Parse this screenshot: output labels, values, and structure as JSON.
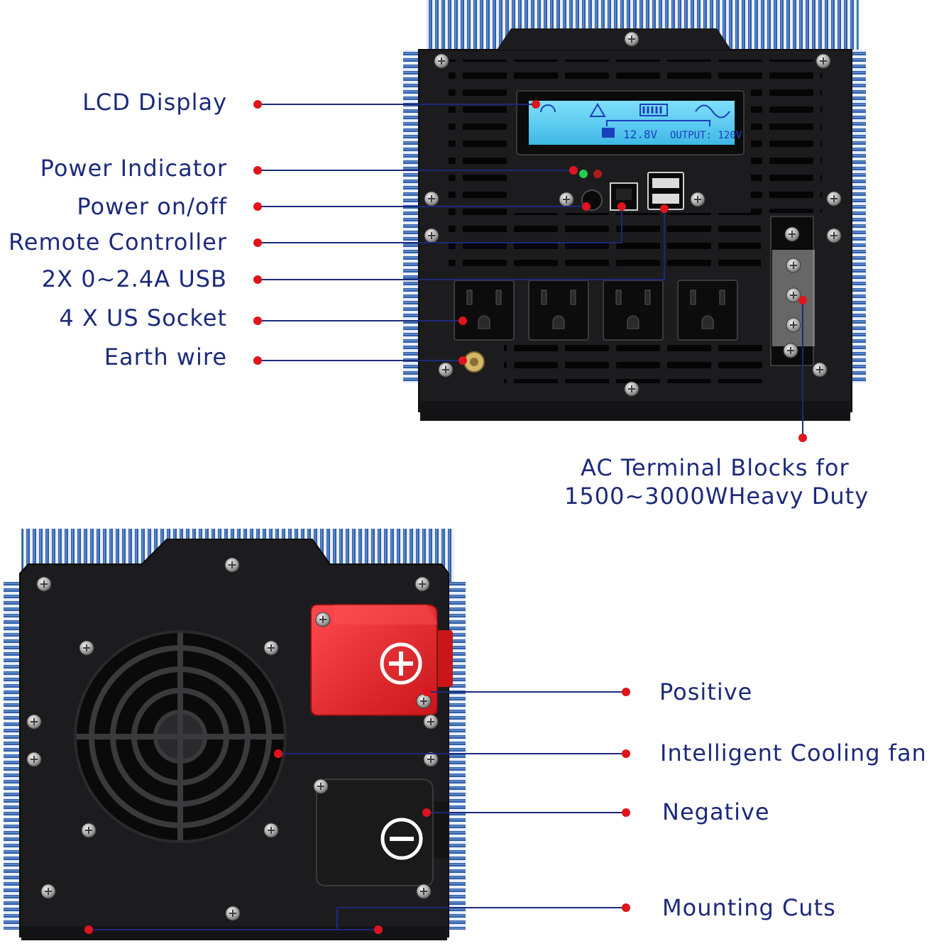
{
  "colors": {
    "label_text": "#1c2a7a",
    "leader_line": "#1c2a7a",
    "dot": "#e0141c",
    "housing": "#1b1b1d",
    "fins": "#2f5fa8",
    "lcd": "#5fd0f2",
    "positive_cover": "#e8262a",
    "negative_cover": "#1a1a1a"
  },
  "front_labels": {
    "lcd_display": "LCD Display",
    "power_indicator": "Power Indicator",
    "power_onoff": "Power on/off",
    "remote_controller": "Remote Controller",
    "usb": "2X 0~2.4A USB",
    "us_socket": "4 X US Socket",
    "earth_wire": "Earth wire",
    "ac_terminal_line1": "AC Terminal Blocks for",
    "ac_terminal_line2": "1500~3000WHeavy Duty"
  },
  "lcd": {
    "battery_voltage": "12.8V",
    "output": "OUTPUT: 120V"
  },
  "back_labels": {
    "positive": "Positive",
    "cooling_fan": "Intelligent Cooling fan",
    "negative": "Negative",
    "mounting_cuts": "Mounting Cuts"
  },
  "icons": [
    "plus-icon",
    "minus-icon",
    "fan-grille-icon",
    "usb-port-icon",
    "rj11-port-icon",
    "us-outlet-icon",
    "screw-icon"
  ]
}
